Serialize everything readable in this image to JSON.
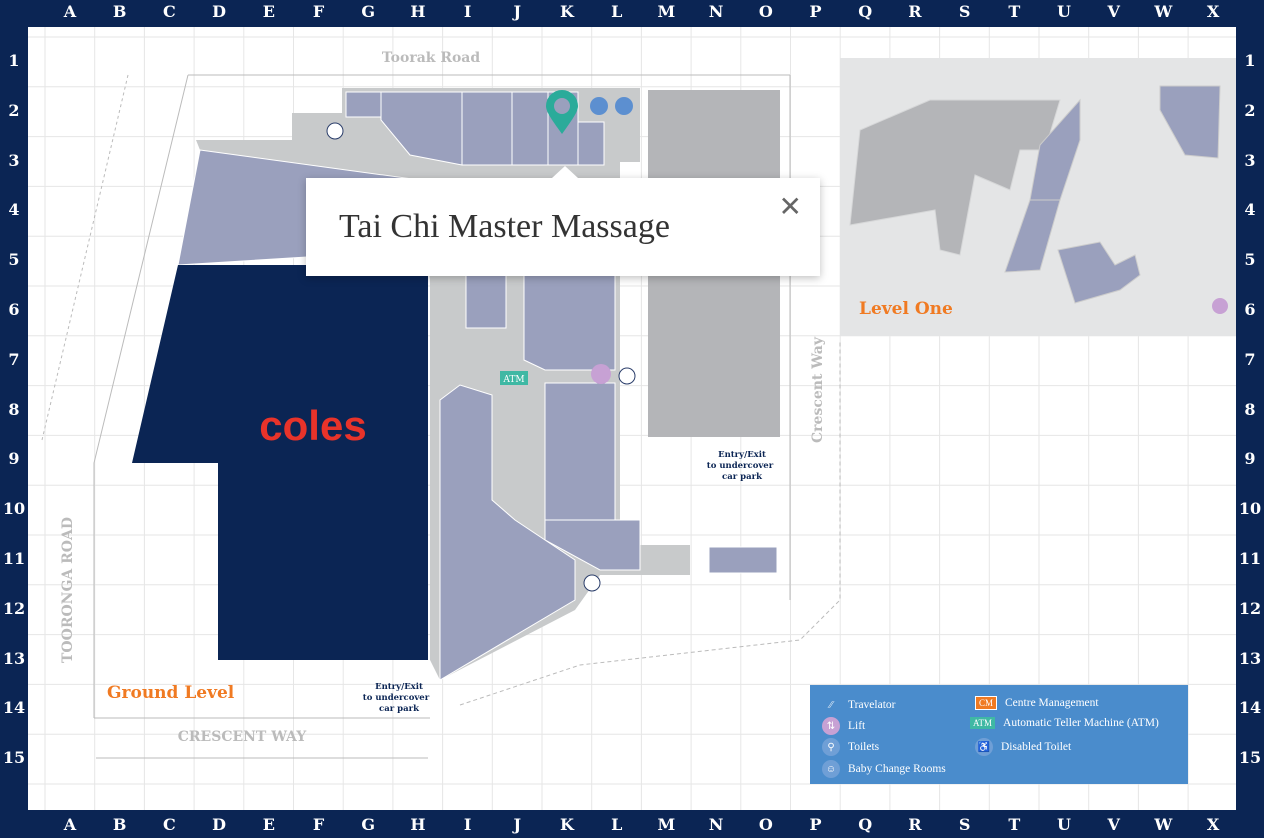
{
  "grid": {
    "columns": [
      "A",
      "B",
      "C",
      "D",
      "E",
      "F",
      "G",
      "H",
      "I",
      "J",
      "K",
      "L",
      "M",
      "N",
      "O",
      "P",
      "Q",
      "R",
      "S",
      "T",
      "U",
      "V",
      "W",
      "X"
    ],
    "rows": [
      "1",
      "2",
      "3",
      "4",
      "5",
      "6",
      "7",
      "8",
      "9",
      "10",
      "11",
      "12",
      "13",
      "14",
      "15"
    ]
  },
  "streets": {
    "north": "Toorak Road",
    "west": "TOORONGA ROAD",
    "south": "CRESCENT WAY",
    "east": "Crescent Way"
  },
  "levels": {
    "ground": "Ground Level",
    "first": "Level One"
  },
  "anchor_store": "coles",
  "car_park_entries": [
    {
      "text": [
        "Entry/Exit",
        "to undercover",
        "car park"
      ]
    },
    {
      "text": [
        "Entry/Exit",
        "to undercover",
        "car park"
      ]
    }
  ],
  "atm_label": "ATM",
  "popup": {
    "title": "Tai Chi Master Massage",
    "close_icon": "close-icon"
  },
  "legend": {
    "items": [
      {
        "icon": "travelator-icon",
        "label": "Travelator"
      },
      {
        "icon": "lift-icon",
        "label": "Lift"
      },
      {
        "icon": "toilets-icon",
        "label": "Toilets"
      },
      {
        "icon": "baby-change-icon",
        "label": "Baby Change Rooms"
      },
      {
        "icon": "centre-management-icon",
        "badge": "CM",
        "label": "Centre Management"
      },
      {
        "icon": "atm-icon",
        "badge": "ATM",
        "label": "Automatic Teller Machine (ATM)"
      },
      {
        "icon": "disabled-toilet-icon",
        "label": "Disabled Toilet"
      }
    ]
  },
  "colors": {
    "frame": "#0b2554",
    "shop": "#9aa0bd",
    "walkway": "#c8cacb",
    "coles": "#0b2554",
    "coles_logo": "#e8332a",
    "level_label": "#f07a22",
    "marker": "#2bab9a",
    "legend_bg": "#4a8ccc"
  }
}
